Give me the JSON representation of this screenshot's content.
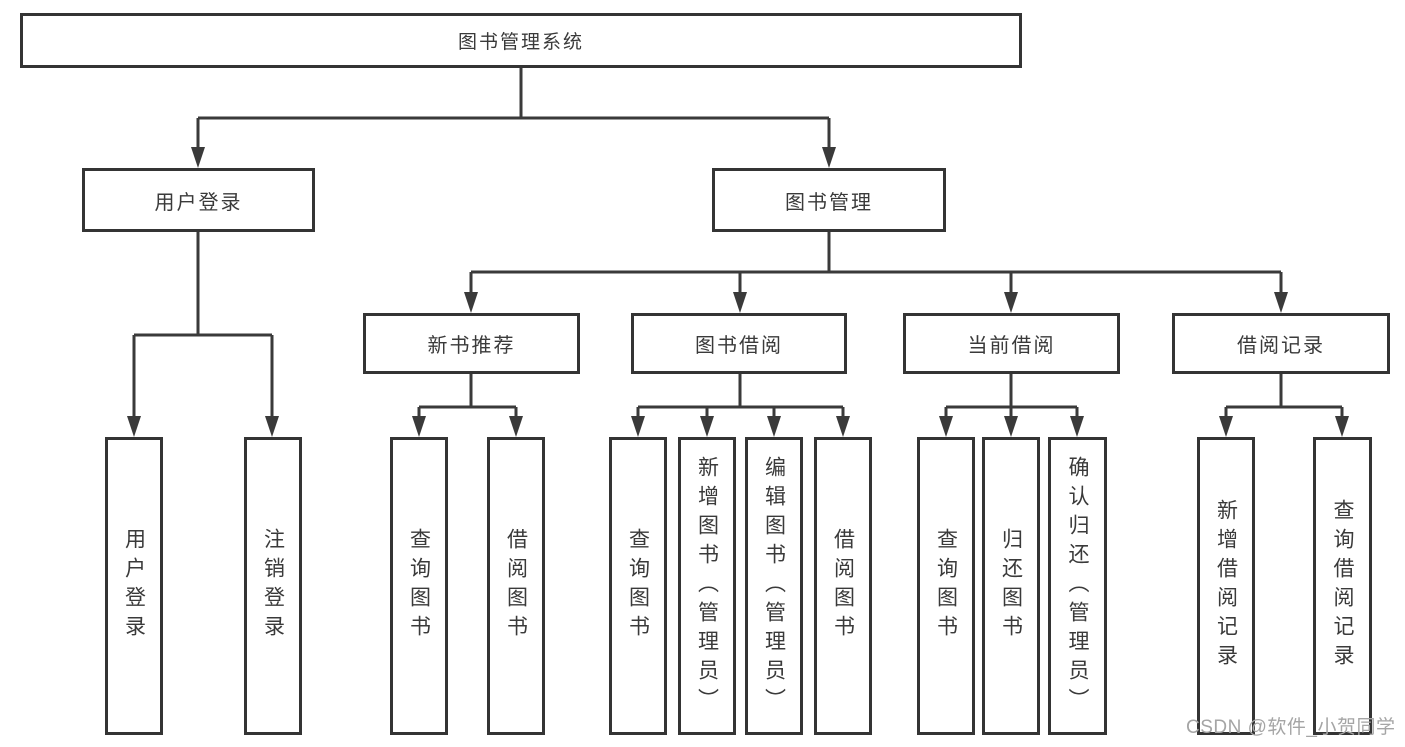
{
  "colors": {
    "line": "#3a3a3a",
    "box_border": "#343434",
    "text": "#3a3a3a",
    "watermark": "#a5a5a5",
    "background": "#ffffff"
  },
  "tree": {
    "root": {
      "label": "图书管理系统"
    },
    "user_login": {
      "label": "用户登录",
      "children": [
        {
          "label": "用户登录"
        },
        {
          "label": "注销登录"
        }
      ]
    },
    "book_management": {
      "label": "图书管理",
      "groups": [
        {
          "label": "新书推荐",
          "children": [
            {
              "label": "查询图书"
            },
            {
              "label": "借阅图书"
            }
          ]
        },
        {
          "label": "图书借阅",
          "children": [
            {
              "label": "查询图书"
            },
            {
              "label": "新增图书（管理员）"
            },
            {
              "label": "编辑图书（管理员）"
            },
            {
              "label": "借阅图书"
            }
          ]
        },
        {
          "label": "当前借阅",
          "children": [
            {
              "label": "查询图书"
            },
            {
              "label": "归还图书"
            },
            {
              "label": "确认归还（管理员）"
            }
          ]
        },
        {
          "label": "借阅记录",
          "children": [
            {
              "label": "新增借阅记录"
            },
            {
              "label": "查询借阅记录"
            }
          ]
        }
      ]
    }
  },
  "watermark": {
    "text": "CSDN @软件_小贺同学"
  }
}
